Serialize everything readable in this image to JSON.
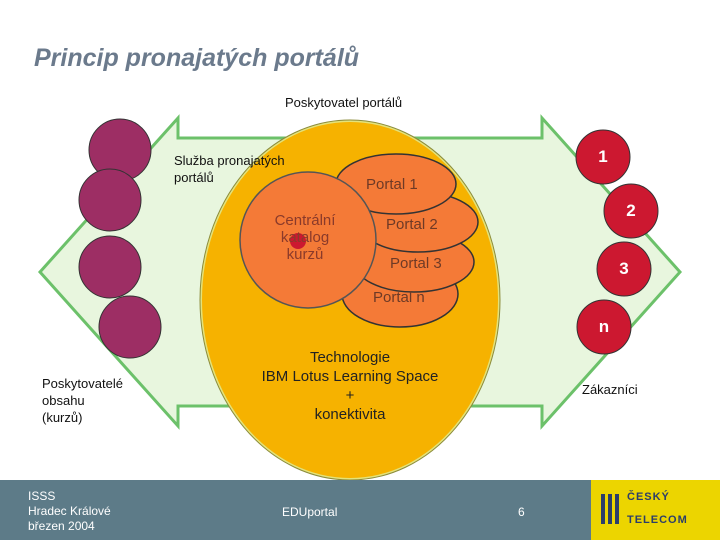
{
  "title": "Princip pronajatých portálů",
  "labels": {
    "provider": "Poskytovatel portálů",
    "service_line1": "Služba pronajatých",
    "service_line2": "portálů",
    "central_line1": "Centrální",
    "central_line2": "katalog",
    "central_line3": "kurzů",
    "portal1": "Portal 1",
    "portal2": "Portal 2",
    "portal3": "Portal 3",
    "portaln": "Portal n",
    "tech_line1": "Technologie",
    "tech_line2": "IBM Lotus Learning Space",
    "tech_line3": "+",
    "tech_line4": "konektivita",
    "customers": "Zákazníci",
    "content_line1": "Poskytovatelé",
    "content_line2": "obsahu",
    "content_line3": "(kurzů)"
  },
  "numbers": [
    "1",
    "2",
    "3",
    "n"
  ],
  "footer": {
    "line1": "ISSS",
    "line2": "Hradec Králové",
    "line3": "březen 2004",
    "center": "EDUportal",
    "page": "6"
  },
  "logo": {
    "line1": "ČESKÝ",
    "line2": "TELECOM"
  },
  "colors": {
    "title": "#6b7a8c",
    "arrow_fill": "#e8f6de",
    "arrow_stroke": "#6cc16a",
    "outer_ellipse": "#e3e27a",
    "core": "#f6b200",
    "portal": "#f47a37",
    "content_circle": "#9d2e64",
    "number_badge": "#cc1830",
    "footer": "#5d7b88",
    "logo": "#ecd500"
  }
}
